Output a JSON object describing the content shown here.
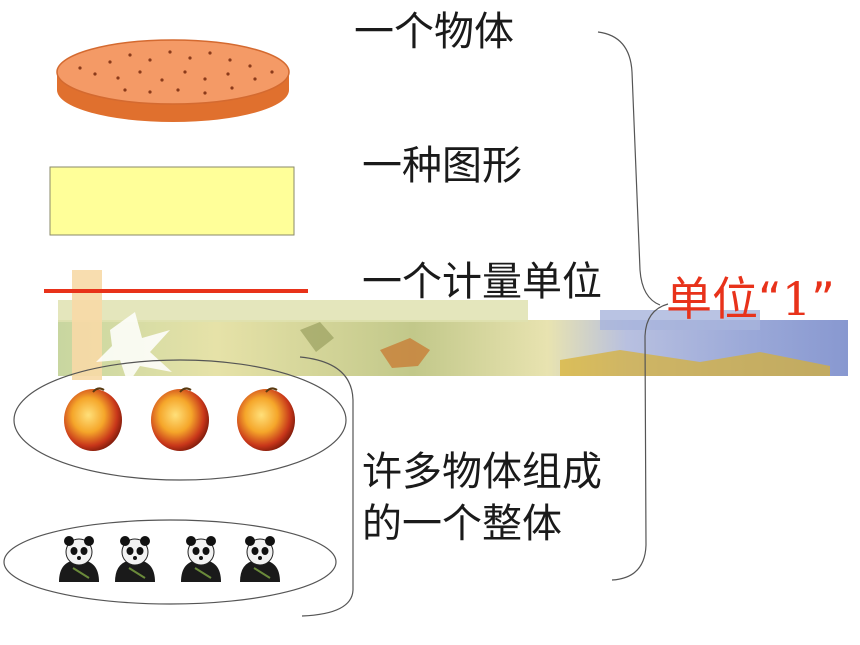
{
  "slide": {
    "labels": {
      "object": "一个物体",
      "shape": "一种图形",
      "measure": "一个计量单位",
      "group_line1": "许多物体组成",
      "group_line2": "的一个整体"
    },
    "unit_label": {
      "prefix": "单位",
      "open_quote": "“",
      "one": "1",
      "close_quote": "”"
    }
  },
  "colors": {
    "cookie_top": "#f49a66",
    "cookie_side": "#e0702e",
    "rectangle_fill": "#ffff99",
    "red_line": "#e8321a",
    "unit_text": "#e8321a",
    "text": "#1a1a1a"
  },
  "icons": {
    "cookie": "cookie-icon",
    "peach": "peach-icon",
    "panda": "panda-icon"
  }
}
